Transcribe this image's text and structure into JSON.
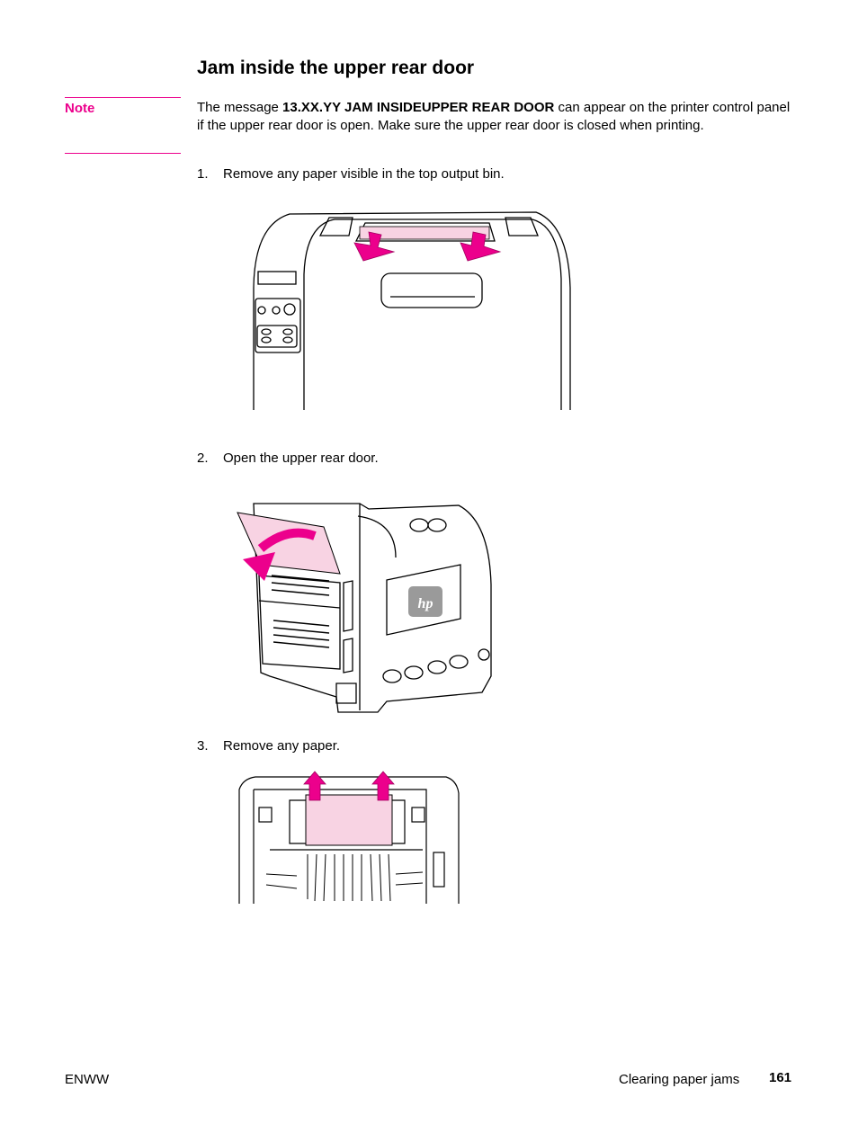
{
  "heading": "Jam inside the upper rear door",
  "note": {
    "label": "Note",
    "text_before": "The message ",
    "text_bold": "13.XX.YY JAM INSIDEUPPER REAR DOOR",
    "text_after": " can appear on the printer control panel if the upper rear door is open. Make sure the upper rear door is closed when printing."
  },
  "steps": [
    {
      "number": "1.",
      "text": "Remove any paper visible in the top output bin."
    },
    {
      "number": "2.",
      "text": "Open the upper rear door."
    },
    {
      "number": "3.",
      "text": "Remove any paper."
    }
  ],
  "figures": {
    "door_logo": "hp"
  },
  "colors": {
    "accent": "#ec008c",
    "paper": "#f8d3e3"
  },
  "footer": {
    "left": "ENWW",
    "section": "Clearing paper jams",
    "page": "161"
  }
}
